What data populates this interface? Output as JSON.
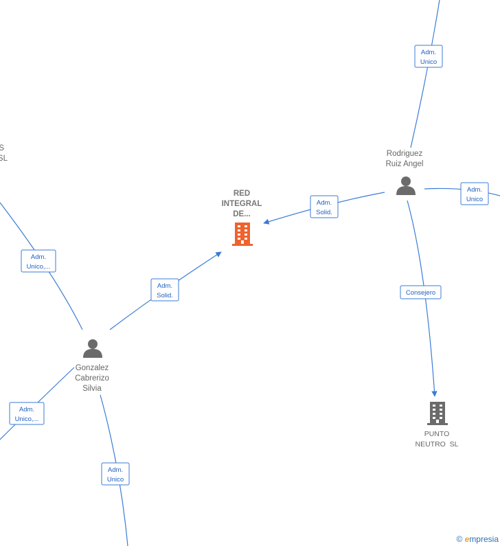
{
  "nodes": {
    "red_integral": {
      "label": [
        "RED",
        "INTEGRAL",
        "DE..."
      ],
      "kind": "company",
      "color": "#f0622d"
    },
    "rodriguez": {
      "label": [
        "Rodriguez",
        "Ruiz Angel"
      ],
      "kind": "person"
    },
    "gonzalez": {
      "label": [
        "Gonzalez",
        "Cabrerizo",
        "Silvia"
      ],
      "kind": "person"
    },
    "punto_neutro": {
      "label": [
        "PUNTO",
        "NEUTRO  SL"
      ],
      "kind": "company",
      "color": "#6b6b6b"
    },
    "partial_company": {
      "label": [
        "S",
        "SL"
      ],
      "kind": "company"
    }
  },
  "edges": [
    {
      "id": "e1",
      "label": [
        "Adm.",
        "Unico"
      ]
    },
    {
      "id": "e2",
      "label": [
        "Adm.",
        "Solid."
      ]
    },
    {
      "id": "e3",
      "label": [
        "Adm.",
        "Unico"
      ]
    },
    {
      "id": "e4",
      "label": [
        "Consejero"
      ]
    },
    {
      "id": "e5",
      "label": [
        "Adm.",
        "Solid."
      ]
    },
    {
      "id": "e6",
      "label": [
        "Adm.",
        "Unico,..."
      ]
    },
    {
      "id": "e7",
      "label": [
        "Adm.",
        "Unico,..."
      ]
    },
    {
      "id": "e8",
      "label": [
        "Adm.",
        "Unico"
      ]
    }
  ],
  "watermark": {
    "copyright": "©",
    "brand_first": "e",
    "brand_rest": "mpresia"
  },
  "colors": {
    "edge": "#3a7bd5",
    "focal_company": "#f0622d",
    "company": "#6b6b6b",
    "person": "#6b6b6b"
  }
}
